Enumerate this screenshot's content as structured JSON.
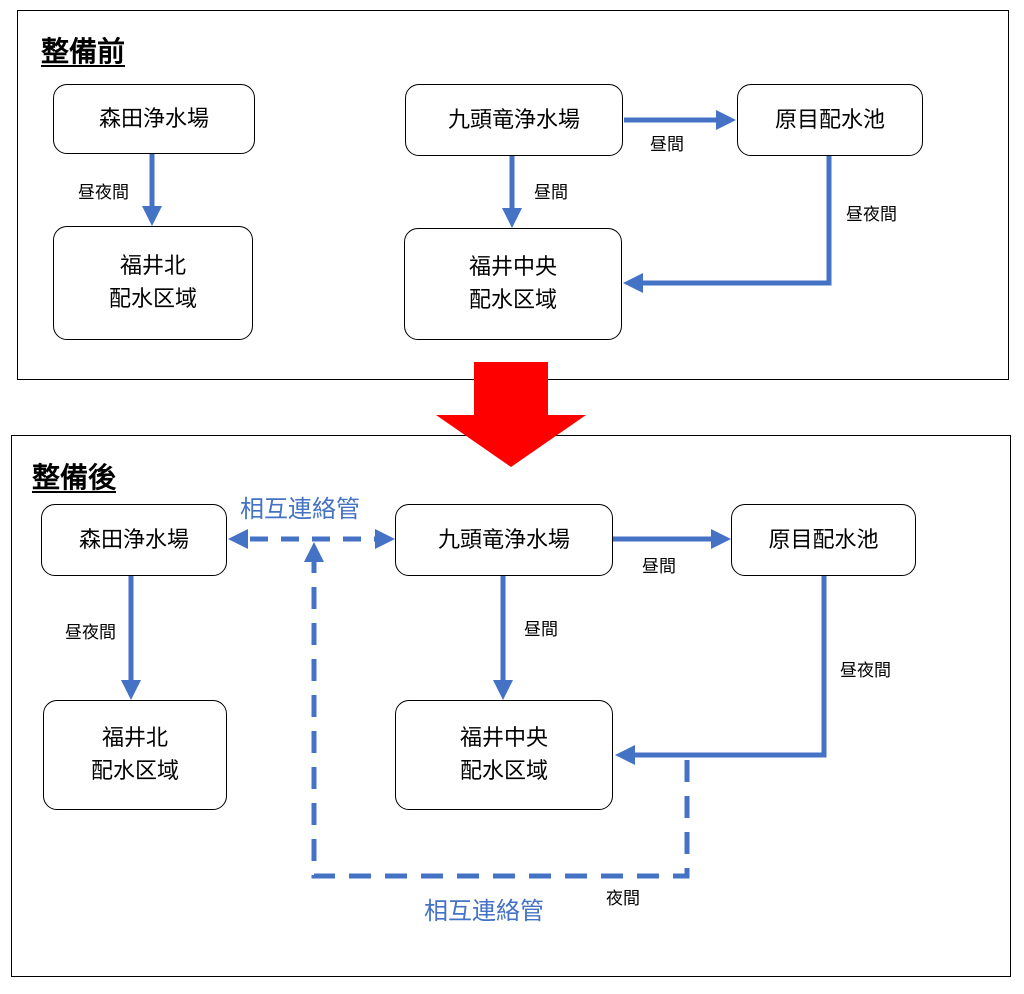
{
  "colors": {
    "pipe": "#4472c4",
    "transition_arrow": "#ff0000",
    "border": "#000000"
  },
  "before": {
    "title": "整備前",
    "nodes": {
      "morita": "森田浄水場",
      "kuzuryu": "九頭竜浄水場",
      "harame": "原目配水池",
      "fukui_kita": [
        "福井北",
        "配水区域"
      ],
      "fukui_chuo": [
        "福井中央",
        "配水区域"
      ]
    },
    "edges": {
      "morita_to_kita": "昼夜間",
      "kuzuryu_to_harame": "昼間",
      "kuzuryu_to_chuo": "昼間",
      "harame_to_chuo": "昼夜間"
    }
  },
  "after": {
    "title": "整備後",
    "nodes": {
      "morita": "森田浄水場",
      "kuzuryu": "九頭竜浄水場",
      "harame": "原目配水池",
      "fukui_kita": [
        "福井北",
        "配水区域"
      ],
      "fukui_chuo": [
        "福井中央",
        "配水区域"
      ]
    },
    "edges": {
      "morita_to_kita": "昼夜間",
      "kuzuryu_to_harame": "昼間",
      "kuzuryu_to_chuo": "昼間",
      "harame_to_chuo": "昼夜間",
      "chuo_loop": "夜間"
    },
    "interconnect_top": "相互連絡管",
    "interconnect_bottom": "相互連絡管"
  }
}
